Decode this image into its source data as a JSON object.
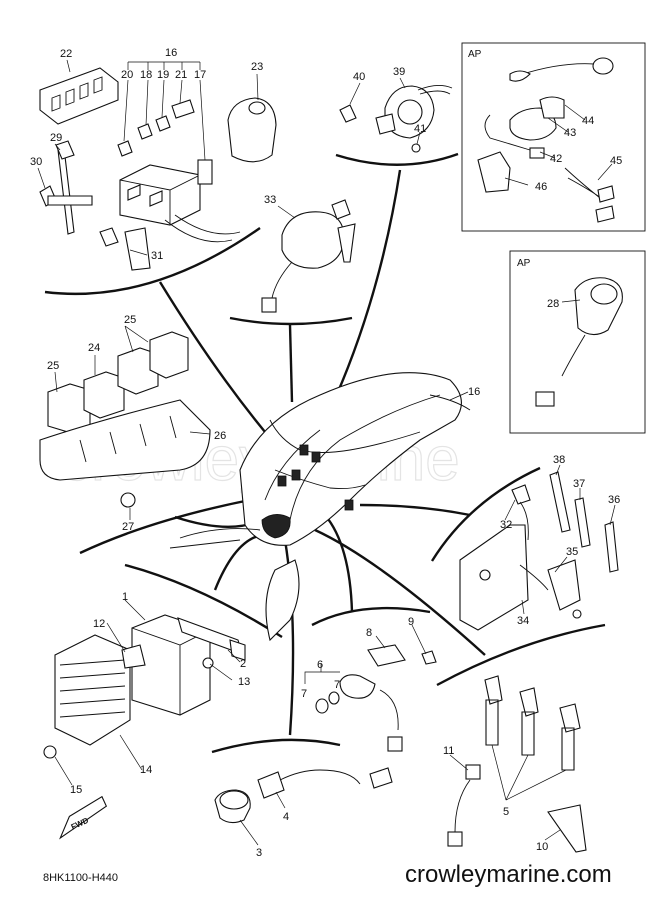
{
  "diagram": {
    "drawing_code": "8HK1100-H440",
    "watermark": "crowleymarine",
    "website": "crowleymarine.com",
    "fwd_label": "FWD",
    "boxes": [
      {
        "label": "AP"
      },
      {
        "label": "AP"
      }
    ],
    "callouts": [
      {
        "num": "1"
      },
      {
        "num": "2"
      },
      {
        "num": "3"
      },
      {
        "num": "4"
      },
      {
        "num": "5"
      },
      {
        "num": "6"
      },
      {
        "num": "7"
      },
      {
        "num": "7"
      },
      {
        "num": "8"
      },
      {
        "num": "9"
      },
      {
        "num": "10"
      },
      {
        "num": "11"
      },
      {
        "num": "12"
      },
      {
        "num": "13"
      },
      {
        "num": "14"
      },
      {
        "num": "15"
      },
      {
        "num": "16"
      },
      {
        "num": "16"
      },
      {
        "num": "17"
      },
      {
        "num": "18"
      },
      {
        "num": "19"
      },
      {
        "num": "20"
      },
      {
        "num": "21"
      },
      {
        "num": "22"
      },
      {
        "num": "23"
      },
      {
        "num": "24"
      },
      {
        "num": "25"
      },
      {
        "num": "25"
      },
      {
        "num": "26"
      },
      {
        "num": "27"
      },
      {
        "num": "28"
      },
      {
        "num": "29"
      },
      {
        "num": "30"
      },
      {
        "num": "31"
      },
      {
        "num": "32"
      },
      {
        "num": "33"
      },
      {
        "num": "34"
      },
      {
        "num": "35"
      },
      {
        "num": "36"
      },
      {
        "num": "37"
      },
      {
        "num": "38"
      },
      {
        "num": "39"
      },
      {
        "num": "40"
      },
      {
        "num": "41"
      },
      {
        "num": "42"
      },
      {
        "num": "43"
      },
      {
        "num": "44"
      },
      {
        "num": "45"
      },
      {
        "num": "46"
      }
    ]
  }
}
